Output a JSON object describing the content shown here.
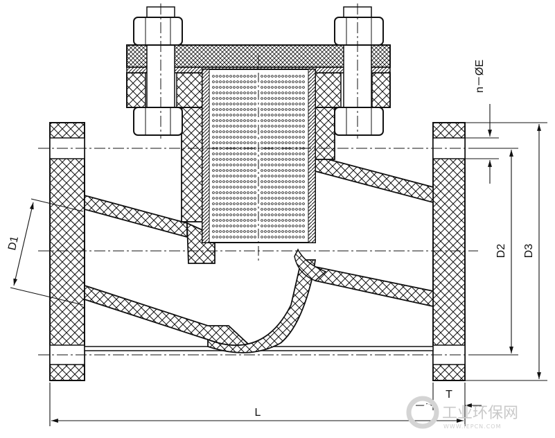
{
  "labels": {
    "D1": "D1",
    "D2": "D2",
    "D3": "D3",
    "L": "L",
    "T": "T",
    "holes": "n－ØE"
  },
  "watermark": {
    "brand": "工业环保网",
    "url": "WWW.IEPCN.COM"
  },
  "colors": {
    "line": "#111111",
    "hatch": "#111111",
    "watermark": "#c9c9c9"
  }
}
